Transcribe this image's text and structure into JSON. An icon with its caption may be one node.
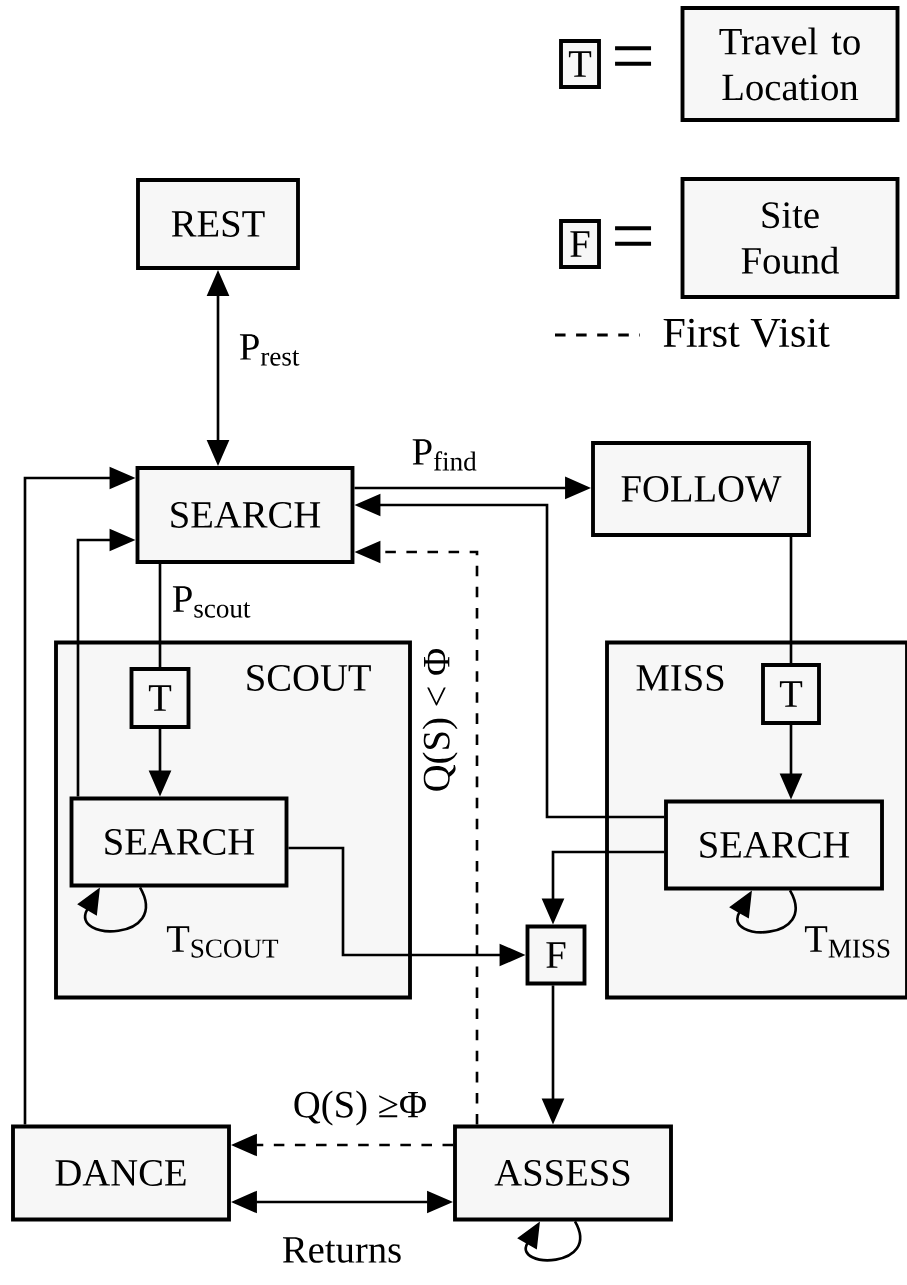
{
  "diagram": {
    "nodes": [
      {
        "text": [
          "REST"
        ]
      },
      {
        "text": [
          "SEARCH"
        ]
      },
      {
        "text": [
          "FOLLOW"
        ]
      },
      {
        "text": [
          "SCOUT"
        ]
      },
      {
        "text": [
          "T"
        ],
        "in": 3
      },
      {
        "text": [
          "SEARCH"
        ],
        "in": 3
      },
      {
        "text": [
          "MISS"
        ]
      },
      {
        "text": [
          "T"
        ],
        "in": 6
      },
      {
        "text": [
          "SEARCH"
        ],
        "in": 6
      },
      {
        "text": [
          "F"
        ]
      },
      {
        "text": [
          "DANCE"
        ]
      },
      {
        "text": [
          "ASSESS"
        ]
      },
      {
        "text": [
          "T"
        ]
      },
      {
        "text": [
          "Travel to Location"
        ]
      },
      {
        "text": [
          "F"
        ]
      },
      {
        "text": [
          "Site Found"
        ]
      }
    ],
    "edges": [
      {
        "from": 0,
        "to": 1,
        "arrow": "both",
        "label": "P$_{rest}$"
      },
      {
        "from": 1,
        "to": 2,
        "arrow": "to",
        "label": "P$_{find}$"
      },
      {
        "from": 1,
        "to": 4,
        "arrow": "none",
        "label": "P$_{scout}$"
      },
      {
        "from": 4,
        "to": 5,
        "arrow": "to"
      },
      {
        "from": 5,
        "to": 1,
        "arrow": "to"
      },
      {
        "from": 5,
        "to": 5,
        "arrow": "to",
        "label": "T$_{SCOUT}$"
      },
      {
        "from": 5,
        "to": 9,
        "arrow": "to"
      },
      {
        "from": 2,
        "to": 7,
        "arrow": "none"
      },
      {
        "from": 7,
        "to": 8,
        "arrow": "to"
      },
      {
        "from": 8,
        "to": 1,
        "arrow": "to"
      },
      {
        "from": 8,
        "to": 9,
        "arrow": "to"
      },
      {
        "from": 8,
        "to": 8,
        "arrow": "to",
        "label": "T$_{MISS}$"
      },
      {
        "from": 9,
        "to": 11,
        "arrow": "to"
      },
      {
        "from": 11,
        "to": 10,
        "arrow": "to",
        "style": "dashed",
        "label": "Q(S) ≥Φ"
      },
      {
        "from": 11,
        "to": 1,
        "arrow": "to",
        "style": "dashed",
        "label": "Q(S) < Φ"
      },
      {
        "from": 10,
        "to": 11,
        "arrow": "both",
        "label": "Returns"
      },
      {
        "from": 11,
        "to": 11,
        "arrow": "to"
      },
      {
        "from": 10,
        "to": 1,
        "arrow": "to"
      }
    ],
    "labels": [
      "=",
      "="
    ],
    "legend": [
      {
        "text": "First Visit"
      }
    ]
  }
}
